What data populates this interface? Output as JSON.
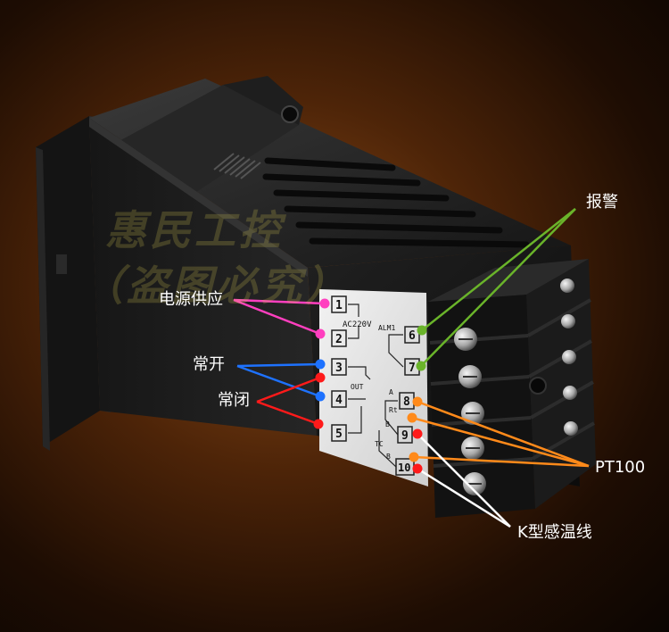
{
  "annotations": {
    "power_supply": "电源供应",
    "normally_open": "常开",
    "normally_closed": "常闭",
    "alarm": "报警",
    "pt100": "PT100",
    "k_thermocouple": "K型感温线"
  },
  "terminal_numbers": [
    "1",
    "2",
    "3",
    "4",
    "5",
    "6",
    "7",
    "8",
    "9",
    "10"
  ],
  "sticker_labels": {
    "ac220v": "AC220V",
    "alm1": "ALM1",
    "out": "OUT",
    "a": "A",
    "rt": "Rt",
    "b1": "B",
    "tc": "TC",
    "b2": "B"
  },
  "watermark": {
    "line1": "惠民工控",
    "line2": "（盗图必究）"
  },
  "colors": {
    "magenta": "#ff3fbf",
    "blue": "#1e72ff",
    "red": "#ff1a1a",
    "green": "#6ab42a",
    "orange": "#ff8a1a",
    "white": "#ffffff"
  }
}
